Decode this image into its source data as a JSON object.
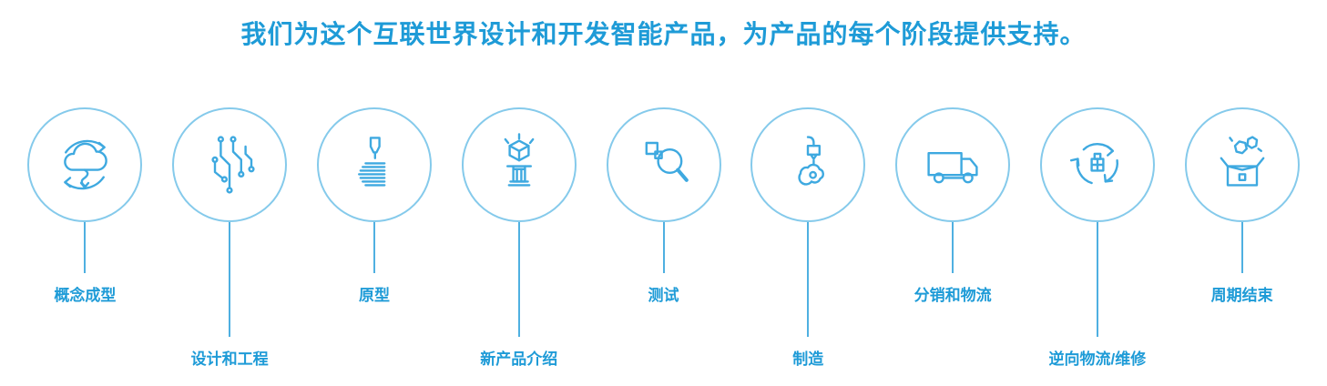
{
  "title": "我们为这个互联世界设计和开发智能产品，为产品的每个阶段提供支持。",
  "colors": {
    "accent_text": "#1e9bd7",
    "icon_stroke": "#3ea9e0",
    "circle_border": "#85caeb"
  },
  "stages": [
    {
      "label": "概念成型",
      "icon": "concept-cloud-sync-icon",
      "row": "upper"
    },
    {
      "label": "设计和工程",
      "icon": "circuit-traces-icon",
      "row": "lower"
    },
    {
      "label": "原型",
      "icon": "3d-print-nozzle-icon",
      "row": "upper"
    },
    {
      "label": "新产品介绍",
      "icon": "product-launch-cube-icon",
      "row": "lower"
    },
    {
      "label": "测试",
      "icon": "magnifier-test-icon",
      "row": "upper"
    },
    {
      "label": "制造",
      "icon": "printer-extruder-icon",
      "row": "lower"
    },
    {
      "label": "分销和物流",
      "icon": "delivery-truck-icon",
      "row": "upper"
    },
    {
      "label": "逆向物流/维修",
      "icon": "recycle-arrows-box-icon",
      "row": "lower"
    },
    {
      "label": "周期结束",
      "icon": "open-box-eol-icon",
      "row": "upper"
    }
  ]
}
